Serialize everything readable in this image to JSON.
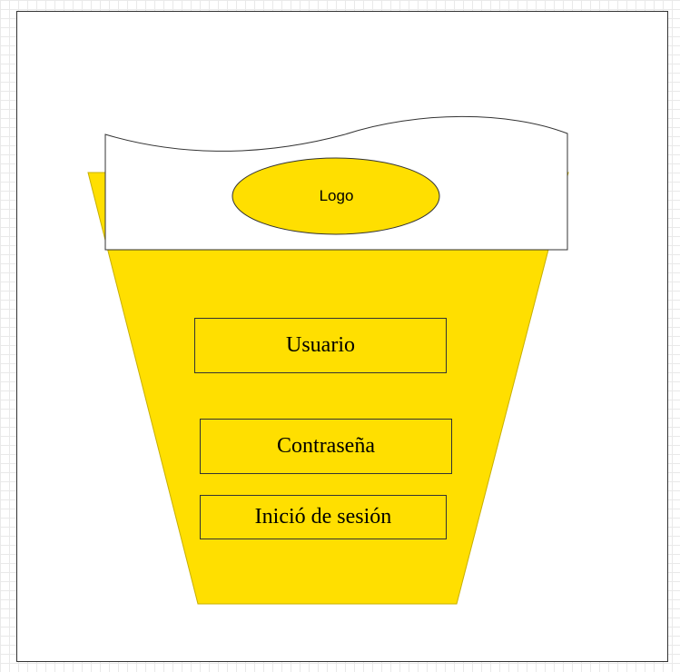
{
  "header": {
    "logo_label": "Logo"
  },
  "form": {
    "username_label": "Usuario",
    "password_label": "Contraseña",
    "login_label": "Inició de sesión"
  },
  "colors": {
    "accent": "#ffdf00",
    "outline": "#333333",
    "background": "#ffffff"
  }
}
